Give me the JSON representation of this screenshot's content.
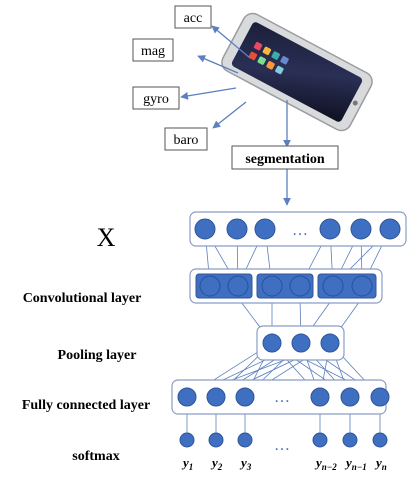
{
  "sensors": {
    "acc": "acc",
    "mag": "mag",
    "gyro": "gyro",
    "baro": "baro"
  },
  "segmentation_label": "segmentation",
  "input_symbol": "X",
  "layers": {
    "convolutional": "Convolutional layer",
    "pooling": "Pooling layer",
    "fully_connected": "Fully connected layer",
    "softmax": "softmax"
  },
  "ellipsis": "…",
  "outputs": [
    {
      "base": "y",
      "sub": "1"
    },
    {
      "base": "y",
      "sub": "2"
    },
    {
      "base": "y",
      "sub": "3"
    },
    {
      "base": "y",
      "sub": "n−2"
    },
    {
      "base": "y",
      "sub": "n−1"
    },
    {
      "base": "y",
      "sub": "n"
    }
  ],
  "colors": {
    "node": "#3f6fc1",
    "node_edge": "#2f5597",
    "line": "#5b7fbf",
    "box": "#8a9cc7"
  }
}
